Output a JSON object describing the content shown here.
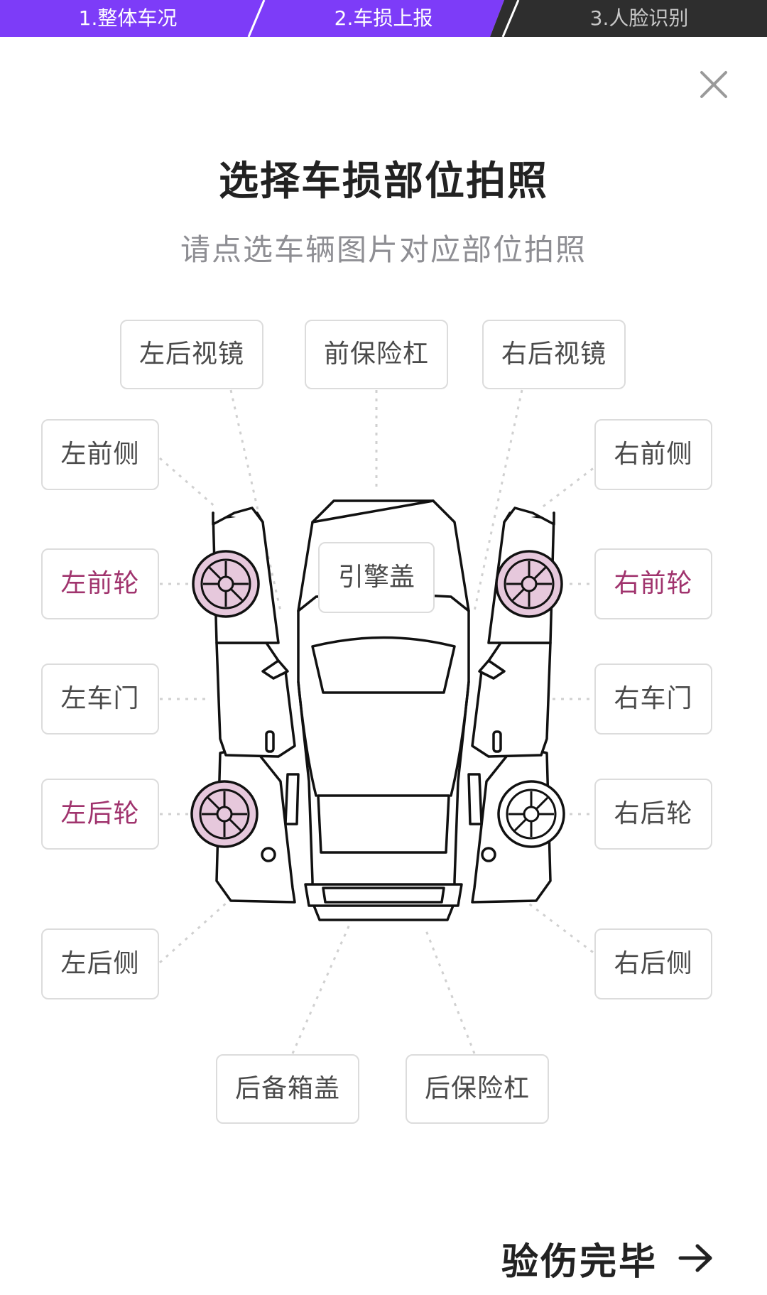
{
  "stepper": {
    "steps": [
      {
        "label": "1.整体车况",
        "state": "done"
      },
      {
        "label": "2.车损上报",
        "state": "active"
      },
      {
        "label": "3.人脸识别",
        "state": "pending"
      }
    ],
    "active_color": "#7d3cf8",
    "pending_color": "#2e2e2e"
  },
  "title": "选择车损部位拍照",
  "subtitle": "请点选车辆图片对应部位拍照",
  "parts": {
    "left_rear_mirror": "左后视镜",
    "front_bumper": "前保险杠",
    "right_rear_mirror": "右后视镜",
    "left_front_side": "左前侧",
    "right_front_side": "右前侧",
    "left_front_wheel": "左前轮",
    "right_front_wheel": "右前轮",
    "hood": "引擎盖",
    "left_door": "左车门",
    "right_door": "右车门",
    "left_rear_wheel": "左后轮",
    "right_rear_wheel": "右后轮",
    "left_rear_side": "左后侧",
    "right_rear_side": "右后侧",
    "trunk_lid": "后备箱盖",
    "rear_bumper": "后保险杠"
  },
  "damage_color": "#a0336d",
  "wheel_highlight": "#e6c8dc",
  "done_label": "验伤完毕",
  "icons": {
    "close": "close-icon",
    "done_arrow": "arrow-right-icon"
  }
}
